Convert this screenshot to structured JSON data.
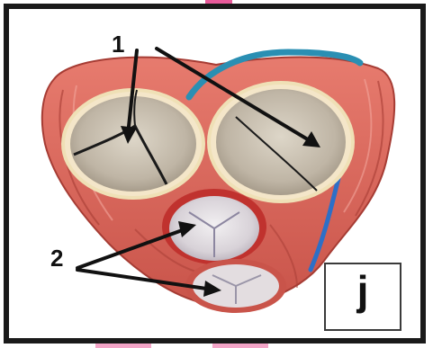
{
  "labels": {
    "one": "1",
    "two": "2",
    "panel": "j"
  },
  "colors": {
    "frame": "#1a1a1a",
    "muscle": "#d9645a",
    "muscle_dark": "#b8433a",
    "valve": "#c9bfb0",
    "artery": "#2a8fb3",
    "vein_blue": "#2d6fc7",
    "pink_mark": "#e85a9a"
  }
}
